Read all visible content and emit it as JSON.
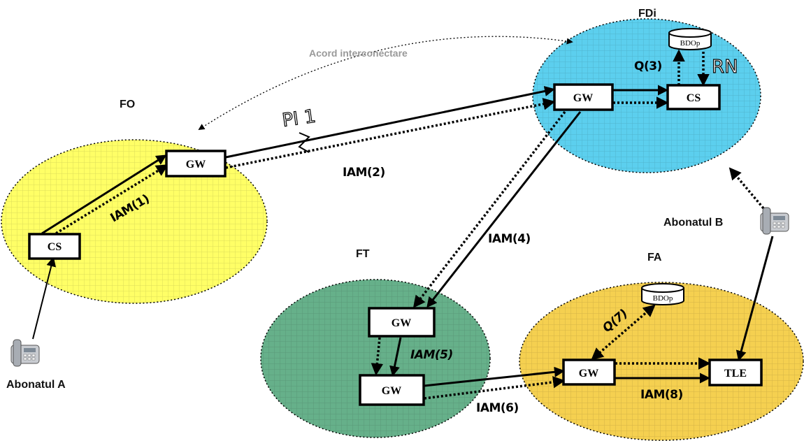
{
  "networks": {
    "fo": {
      "label": "FO",
      "color": "#ffff66"
    },
    "fdi": {
      "label": "FDi",
      "color": "#5ccfee"
    },
    "ft": {
      "label": "FT",
      "color": "#66b08a"
    },
    "fa": {
      "label": "FA",
      "color": "#f5d050"
    }
  },
  "nodes": {
    "fo_cs": "CS",
    "fo_gw": "GW",
    "fdi_gw": "GW",
    "fdi_cs": "CS",
    "fdi_db": "BDOp",
    "ft_gw1": "GW",
    "ft_gw2": "GW",
    "fa_gw": "GW",
    "fa_tle": "TLE",
    "fa_db": "BDOp"
  },
  "messages": {
    "iam1": "IAM(1)",
    "iam2": "IAM(2)",
    "q3": "Q(3)",
    "rn": "RN",
    "iam4": "IAM(4)",
    "iam5": "IAM(5)",
    "iam6": "IAM(6)",
    "q7": "Q(7)",
    "iam8": "IAM(8)",
    "pi": "PI 1"
  },
  "agreement": "Acord interconectare",
  "subscribers": {
    "a": "Abonatul A",
    "b": "Abonatul B"
  },
  "icons": {
    "telephone": "telephone-icon",
    "database": "database-icon"
  }
}
